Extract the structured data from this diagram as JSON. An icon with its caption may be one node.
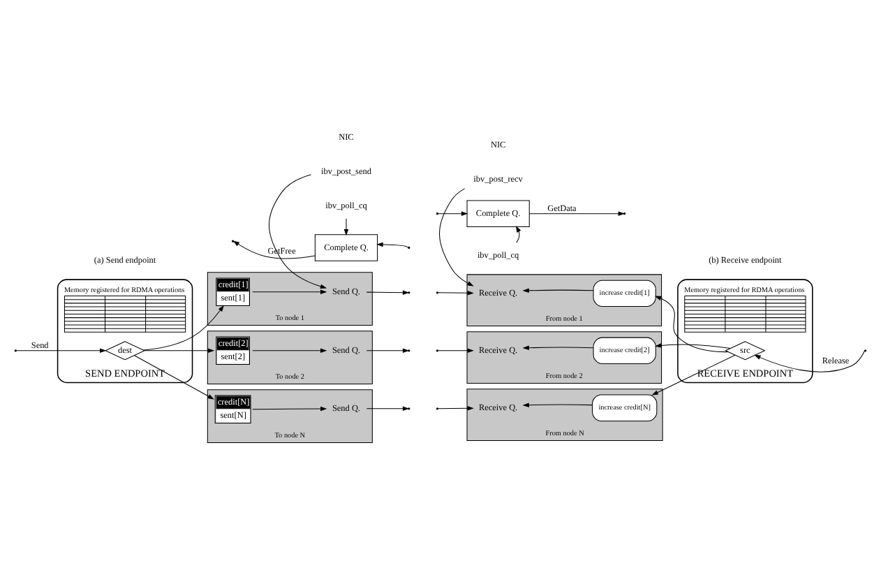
{
  "diagram": {
    "nodes": [
      {
        "text": [
          "SEND ENDPOINT"
        ]
      },
      {
        "text": [
          "Memory registered for RDMA operations"
        ],
        "in": 0
      },
      {
        "text": [
          "dest"
        ],
        "in": 0
      },
      {
        "text": [
          "To node 1"
        ]
      },
      {
        "text": [
          "credit[1]",
          "sent[1]"
        ],
        "in": 3
      },
      {
        "text": [
          "Send Q."
        ],
        "in": 3
      },
      {
        "text": [
          "To node 2"
        ]
      },
      {
        "text": [
          "credit[2]",
          "sent[2]"
        ],
        "in": 6
      },
      {
        "text": [
          "Send Q."
        ],
        "in": 6
      },
      {
        "text": [
          "To node N"
        ]
      },
      {
        "text": [
          "credit[N]",
          "sent[N]"
        ],
        "in": 9
      },
      {
        "text": [
          "Send Q."
        ],
        "in": 9
      },
      {
        "text": [
          "Complete Q."
        ]
      },
      {
        "text": [
          "ibv_post_send"
        ]
      },
      {
        "text": [
          "ibv_poll_cq"
        ]
      },
      {
        "text": [
          "RECEIVE ENDPOINT"
        ]
      },
      {
        "text": [
          "Memory registered for RDMA operations"
        ],
        "in": 15
      },
      {
        "text": [
          "src"
        ],
        "in": 15
      },
      {
        "text": [
          "From node 1"
        ]
      },
      {
        "text": [
          "Receive Q."
        ],
        "in": 18
      },
      {
        "text": [
          "increase credit[1]"
        ],
        "in": 18
      },
      {
        "text": [
          "From node 2"
        ]
      },
      {
        "text": [
          "Receive Q."
        ],
        "in": 21
      },
      {
        "text": [
          "increase credit[2]"
        ],
        "in": 21
      },
      {
        "text": [
          "From node N"
        ]
      },
      {
        "text": [
          "Receive Q."
        ],
        "in": 24
      },
      {
        "text": [
          "increase credit[N]"
        ],
        "in": 24
      },
      {
        "text": [
          "Complete Q."
        ]
      },
      {
        "text": [
          "ibv_post_recv"
        ]
      },
      {
        "text": [
          "ibv_poll_cq"
        ]
      }
    ],
    "edges": [
      {
        "from": null,
        "to": 2,
        "arrow": "to",
        "label": "Send"
      },
      {
        "from": 2,
        "to": 4,
        "arrow": "to"
      },
      {
        "from": 2,
        "to": 7,
        "arrow": "to"
      },
      {
        "from": 2,
        "to": 10,
        "arrow": "to"
      },
      {
        "from": 4,
        "to": 5,
        "arrow": "to"
      },
      {
        "from": 7,
        "to": 8,
        "arrow": "to"
      },
      {
        "from": 10,
        "to": 11,
        "arrow": "to"
      },
      {
        "from": 5,
        "to": null,
        "arrow": "to"
      },
      {
        "from": 8,
        "to": null,
        "arrow": "to"
      },
      {
        "from": 11,
        "to": null,
        "arrow": "to"
      },
      {
        "from": 12,
        "to": null,
        "arrow": "to",
        "label": "GetFree"
      },
      {
        "from": null,
        "to": 12,
        "arrow": "to"
      },
      {
        "from": 13,
        "to": 5,
        "arrow": "to"
      },
      {
        "from": 14,
        "to": 12,
        "arrow": "to"
      },
      {
        "from": null,
        "to": 17,
        "arrow": "to",
        "label": "Release"
      },
      {
        "from": 17,
        "to": 20,
        "arrow": "to"
      },
      {
        "from": 17,
        "to": 23,
        "arrow": "to"
      },
      {
        "from": 17,
        "to": 26,
        "arrow": "to"
      },
      {
        "from": 20,
        "to": 19,
        "arrow": "to"
      },
      {
        "from": 23,
        "to": 22,
        "arrow": "to"
      },
      {
        "from": 26,
        "to": 25,
        "arrow": "to"
      },
      {
        "from": null,
        "to": 19,
        "arrow": "to"
      },
      {
        "from": null,
        "to": 22,
        "arrow": "to"
      },
      {
        "from": null,
        "to": 25,
        "arrow": "to"
      },
      {
        "from": 27,
        "to": null,
        "arrow": "to",
        "label": "GetData"
      },
      {
        "from": null,
        "to": 27,
        "arrow": "to"
      },
      {
        "from": 28,
        "to": 19,
        "arrow": "to"
      },
      {
        "from": 29,
        "to": 27,
        "arrow": "to"
      }
    ],
    "labels": [
      "NIC",
      "NIC",
      "(a) Send endpoint",
      "(b) Receive endpoint"
    ]
  }
}
